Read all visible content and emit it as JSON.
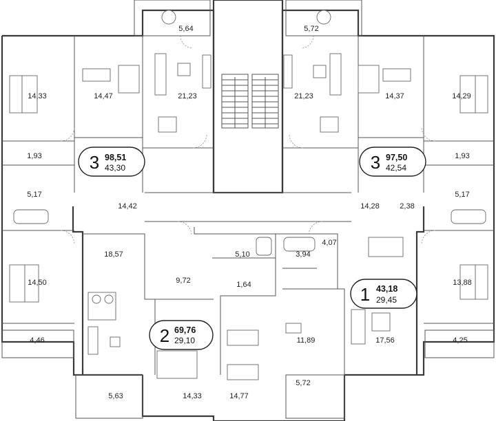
{
  "room_areas": {
    "balcony_top_left": "5,64",
    "balcony_top_right": "5,72",
    "bedroom_a": "14,33",
    "bedroom_b": "14,47",
    "kitchen_living_a": "21,23",
    "kitchen_living_b": "21,23",
    "bedroom_c": "14,37",
    "bedroom_d": "14,29",
    "wc_a": "1,93",
    "wc_b": "1,93",
    "bath_a": "5,17",
    "bath_b": "5,17",
    "hall_a": "14,42",
    "hall_b": "14,28",
    "storage_b": "2,38",
    "kitchen_c": "18,57",
    "bath_c": "5,10",
    "bath_d": "3,94",
    "hall_d": "4,07",
    "bedroom_e": "14,50",
    "hall_c": "9,72",
    "wc_c": "1,64",
    "bedroom_f": "13,88",
    "balcony_left": "4,46",
    "balcony_right": "4,25",
    "kitchen_d": "11,89",
    "living_d": "17,56",
    "balcony_bottom_left": "5,63",
    "bedroom_g": "14,33",
    "bedroom_h": "14,77",
    "balcony_bottom_right": "5,72"
  },
  "apartments": [
    {
      "rooms": "3",
      "total": "98,51",
      "living": "43,30"
    },
    {
      "rooms": "3",
      "total": "97,50",
      "living": "42,54"
    },
    {
      "rooms": "1",
      "total": "43,18",
      "living": "29,45"
    },
    {
      "rooms": "2",
      "total": "69,76",
      "living": "29,10"
    }
  ]
}
